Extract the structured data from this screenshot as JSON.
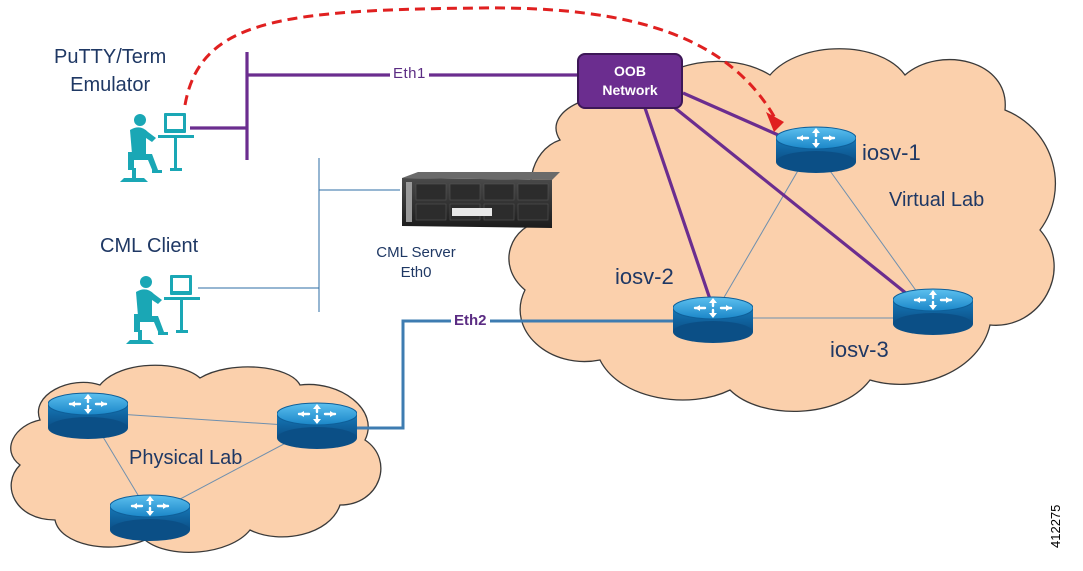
{
  "labels": {
    "putty": "PuTTY/Term\nEmulator",
    "putty_line1": "PuTTY/Term",
    "putty_line2": "Emulator",
    "cml_client": "CML Client",
    "cml_server_line1": "CML Server",
    "cml_server_line2": "Eth0",
    "eth1": "Eth1",
    "eth2": "Eth2",
    "oob_line1": "OOB",
    "oob_line2": "Network",
    "iosv1": "iosv-1",
    "iosv2": "iosv-2",
    "iosv3": "iosv-3",
    "virtual_lab": "Virtual Lab",
    "physical_lab": "Physical Lab",
    "figure_id": "412275"
  },
  "colors": {
    "cloud_fill": "#fbd0ac",
    "cloud_stroke": "#3a3a3a",
    "oob_links": "#6b2d8f",
    "data_links": "#3e7cb1",
    "mgmt_links": "#2e6da4",
    "thin_links": "#6e8fae",
    "console_session": "#e02020",
    "router_body": "#1a86c8",
    "person": "#1aa7b5"
  },
  "icons": [
    "person-at-computer-icon",
    "server-icon",
    "router-icon"
  ]
}
